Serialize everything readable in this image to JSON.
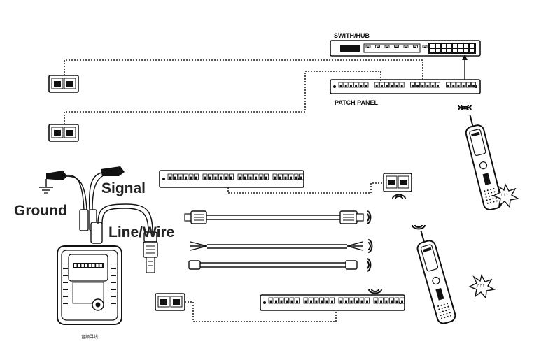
{
  "labels": {
    "switch_hub": "SWITH/HUB",
    "patch_panel": "PATCH PANEL",
    "signal": "Signal",
    "ground": "Ground",
    "line_wire": "Line/Wire",
    "device_caption": "音频寻线"
  },
  "icons": [
    "ground-symbol-icon",
    "signal-wave-icon",
    "beep-burst-icon"
  ],
  "colors": {
    "ink": "#111111",
    "background": "#ffffff"
  }
}
